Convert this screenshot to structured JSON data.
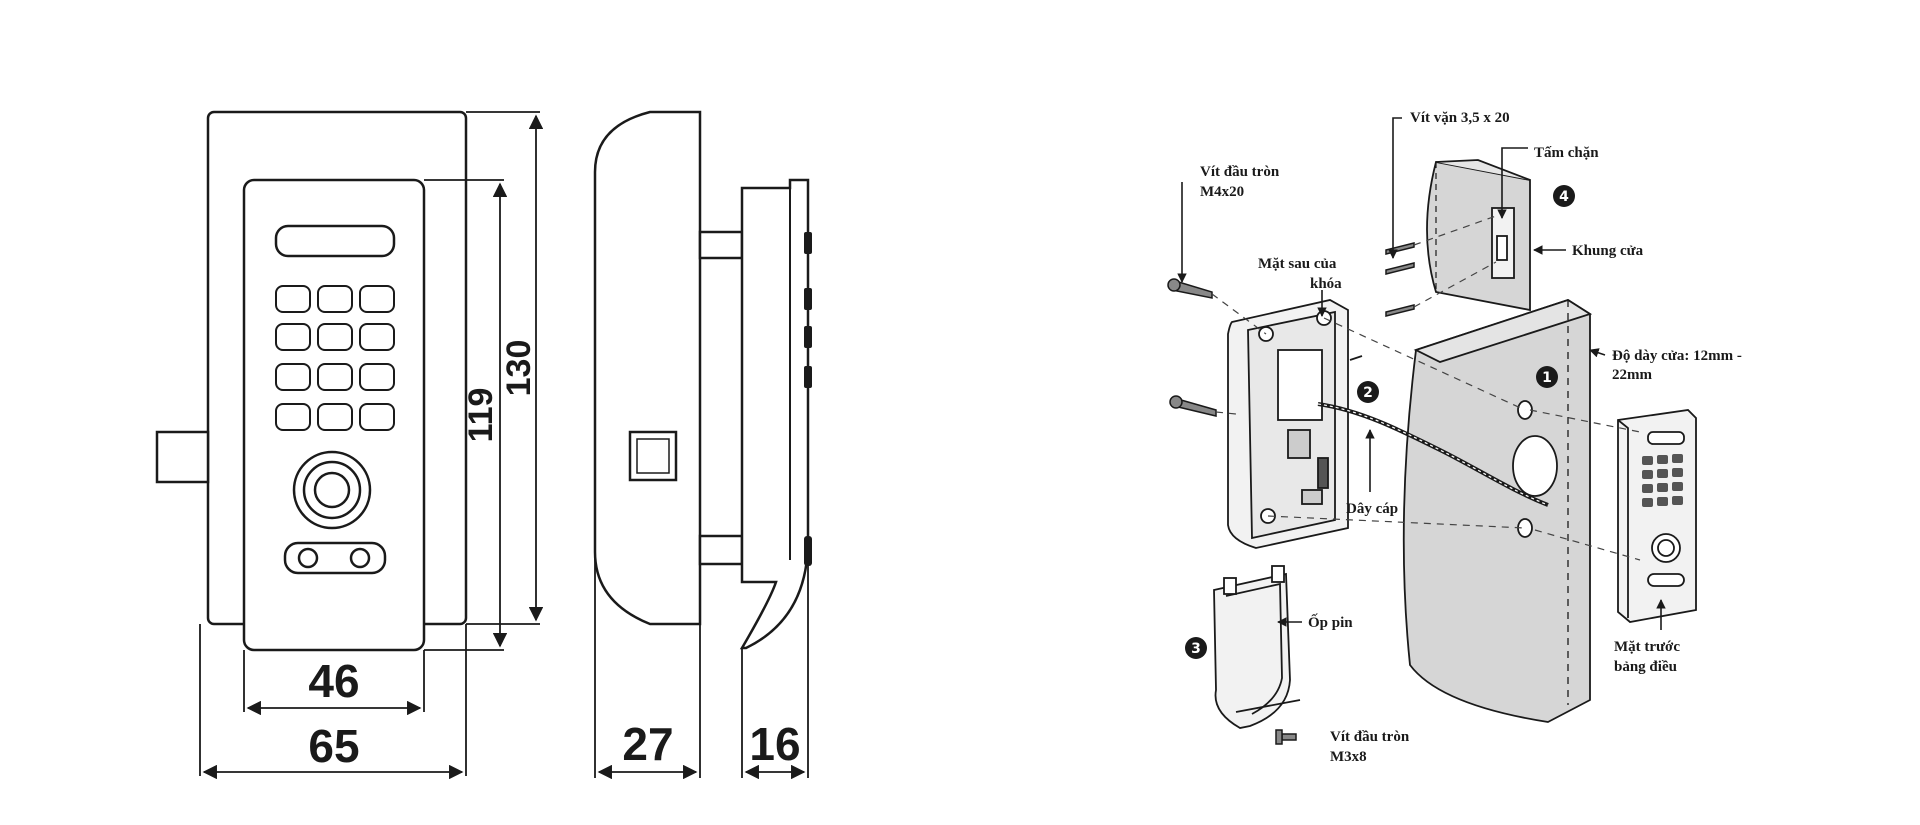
{
  "dimensions": {
    "width_keypad": "46",
    "width_total": "65",
    "height_keypad": "119",
    "height_total": "130",
    "depth_body": "27",
    "depth_front": "16"
  },
  "labels": {
    "screw_top_line1": "Vít vặn 3,5 x 20",
    "stopper_plate": "Tấm chặn",
    "round_screw_m4_line1": "Vít đầu tròn",
    "round_screw_m4_line2": "M4x20",
    "back_face_line1": "Mặt sau của",
    "back_face_line2": "khóa",
    "door_frame": "Khung cửa",
    "door_thickness_line1": "Độ dày cửa: 12mm -",
    "door_thickness_line2": "22mm",
    "cable": "Dây cáp",
    "battery_cover": "Ốp pin",
    "front_panel_line1": "Mặt trước",
    "front_panel_line2": "bảng điều",
    "round_screw_m3_line1": "Vít đầu tròn",
    "round_screw_m3_line2": "M3x8"
  },
  "steps": {
    "step1": "1",
    "step2": "2",
    "step3": "3",
    "step4": "4"
  },
  "colors": {
    "line": "#1a1a1a",
    "door_fill": "#d6d6d6",
    "part_fill": "#f2f2f2"
  }
}
